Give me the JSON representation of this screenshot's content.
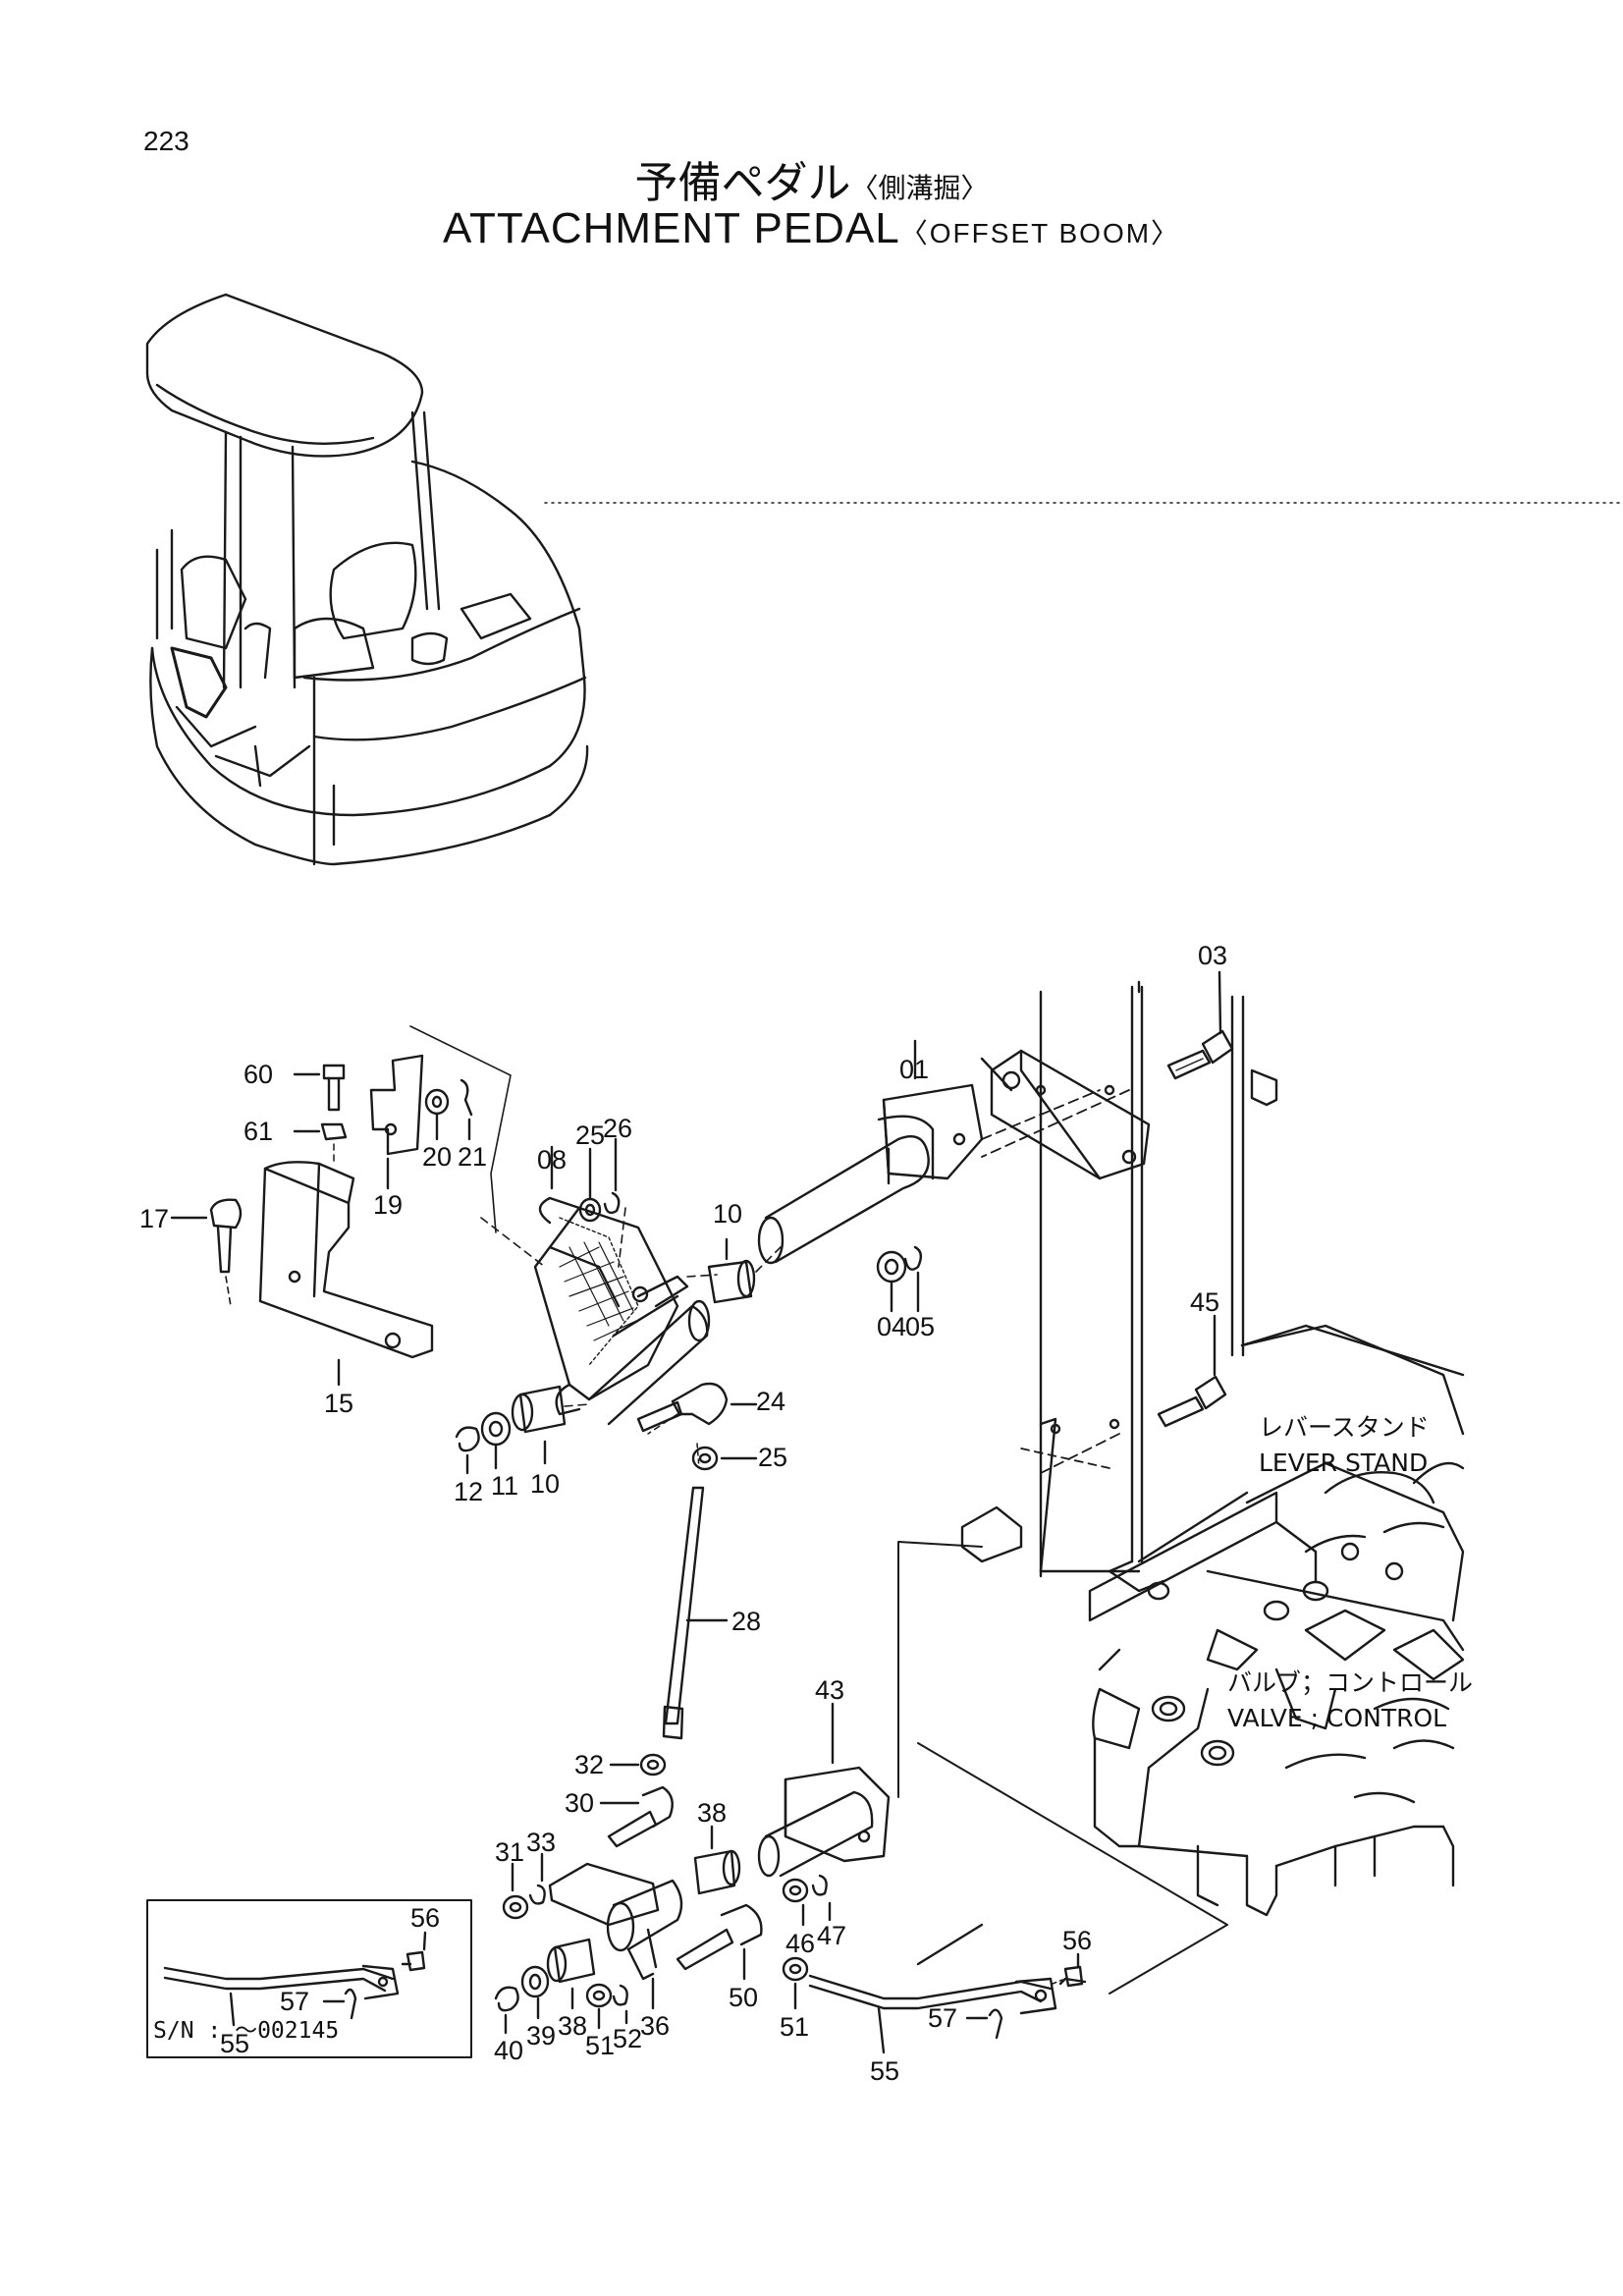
{
  "page": {
    "number": "223",
    "title_jp": "予備ペダル",
    "title_jp_sub": "〈側溝掘〉",
    "title_en": "ATTACHMENT PEDAL",
    "title_en_sub": "〈OFFSET BOOM〉"
  },
  "callouts": {
    "lever_stand_jp": "レバースタンド",
    "lever_stand_en": "LEVER STAND",
    "valve_jp": "バルブ；コントロール",
    "valve_en": "VALVE ; CONTROL"
  },
  "inset": {
    "serial_note": "S/N : ～002145"
  },
  "part_labels": {
    "p01": "01",
    "p03": "03",
    "p04": "04",
    "p05": "05",
    "p08": "08",
    "p10a": "10",
    "p10b": "10",
    "p11": "11",
    "p12": "12",
    "p15": "15",
    "p17": "17",
    "p19": "19",
    "p20": "20",
    "p21": "21",
    "p24": "24",
    "p25a": "25",
    "p25b": "25",
    "p26": "26",
    "p28": "28",
    "p30": "30",
    "p31": "31",
    "p32": "32",
    "p33": "33",
    "p36": "36",
    "p38a": "38",
    "p38b": "38",
    "p39": "39",
    "p40": "40",
    "p43": "43",
    "p45": "45",
    "p46": "46",
    "p47": "47",
    "p50": "50",
    "p51a": "51",
    "p51b": "51",
    "p52": "52",
    "p55a": "55",
    "p55b": "55",
    "p56a": "56",
    "p56b": "56",
    "p57a": "57",
    "p57b": "57",
    "p60": "60",
    "p61": "61"
  }
}
